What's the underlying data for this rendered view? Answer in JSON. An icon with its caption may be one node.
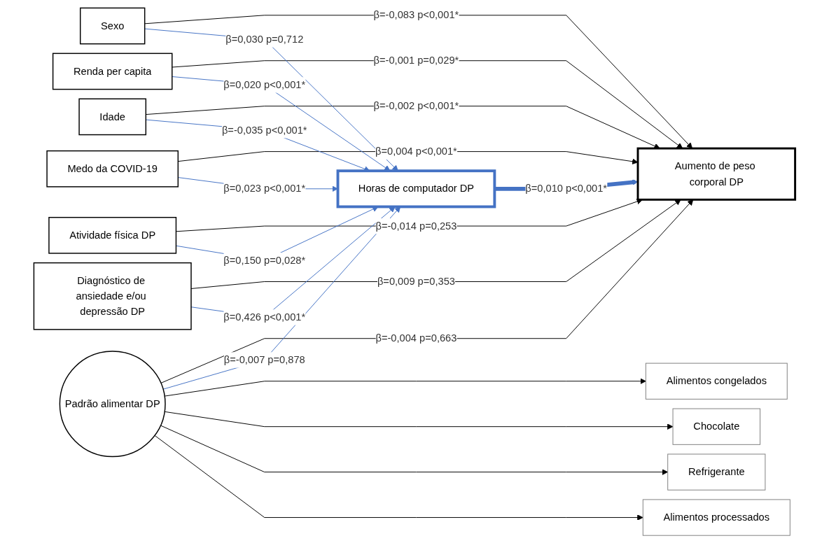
{
  "diagram": {
    "nodes": [
      {
        "text": [
          "Aumento de peso corporal DP"
        ]
      },
      {
        "text": [
          "Sexo"
        ]
      },
      {
        "text": [
          "Medo da COVID-19"
        ]
      },
      {
        "text": [
          "Renda per capita"
        ]
      },
      {
        "text": [
          "Horas de computador DP"
        ]
      },
      {
        "text": [
          "Diagnóstico de ansiedade e/ou depressão DP"
        ]
      },
      {
        "text": [
          "Idade"
        ]
      },
      {
        "text": [
          "Atividade física DP"
        ]
      },
      {
        "text": [
          "Padrão alimentar DP"
        ]
      },
      {
        "text": [
          "Alimentos congelados"
        ]
      },
      {
        "text": [
          "Chocolate"
        ]
      },
      {
        "text": [
          "Refrigerante"
        ]
      },
      {
        "text": [
          "Alimentos processados"
        ]
      }
    ],
    "edges": [
      {
        "from": 1,
        "to": 0,
        "arrow": "to",
        "label": "β=-0,083 p<0,001*"
      },
      {
        "from": 2,
        "to": 0,
        "arrow": "to",
        "label": "β=0,004 p<0,001*"
      },
      {
        "from": 3,
        "to": 0,
        "arrow": "to",
        "label": "β=-0,001 p=0,029*"
      },
      {
        "from": 6,
        "to": 0,
        "arrow": "to",
        "label": "β=-0,002 p<0,001*"
      },
      {
        "from": 7,
        "to": 0,
        "arrow": "to",
        "label": "β=-0,014 p=0,253"
      },
      {
        "from": 8,
        "to": 0,
        "arrow": "to",
        "label": "β=-0,004 p=0,663"
      },
      {
        "from": 5,
        "to": 0,
        "arrow": "to",
        "label": "β=0,009 p=0,353"
      },
      {
        "from": 1,
        "to": 4,
        "arrow": "to",
        "label": "β=0,030 p=0,712",
        "color": "#4472c4"
      },
      {
        "from": 3,
        "to": 4,
        "arrow": "to",
        "label": "β=0,020 p<0,001*",
        "color": "#4472c4"
      },
      {
        "from": 6,
        "to": 4,
        "arrow": "to",
        "label": "β=-0,035 p<0,001*",
        "color": "#4472c4"
      },
      {
        "from": 7,
        "to": 4,
        "arrow": "to",
        "label": "β=0,150 p=0,028*",
        "color": "#4472c4"
      },
      {
        "from": 8,
        "to": 4,
        "arrow": "to",
        "label": "β=-0,007 p=0,878",
        "color": "#4472c4"
      },
      {
        "from": 5,
        "to": 4,
        "arrow": "to",
        "label": "β=0,426 p<0,001*",
        "color": "#4472c4"
      },
      {
        "from": 2,
        "to": 4,
        "arrow": "to",
        "label": "β=0,023 p<0,001*",
        "color": "#4472c4"
      },
      {
        "from": 4,
        "to": 0,
        "arrow": "to",
        "label": "β=0,010 p<0,001*",
        "color": "#4472c4",
        "style": "thick"
      },
      {
        "from": 8,
        "to": 9,
        "arrow": "to"
      },
      {
        "from": 8,
        "to": 10,
        "arrow": "to"
      },
      {
        "from": 8,
        "to": 11,
        "arrow": "to"
      },
      {
        "from": 8,
        "to": 12,
        "arrow": "to"
      }
    ]
  }
}
